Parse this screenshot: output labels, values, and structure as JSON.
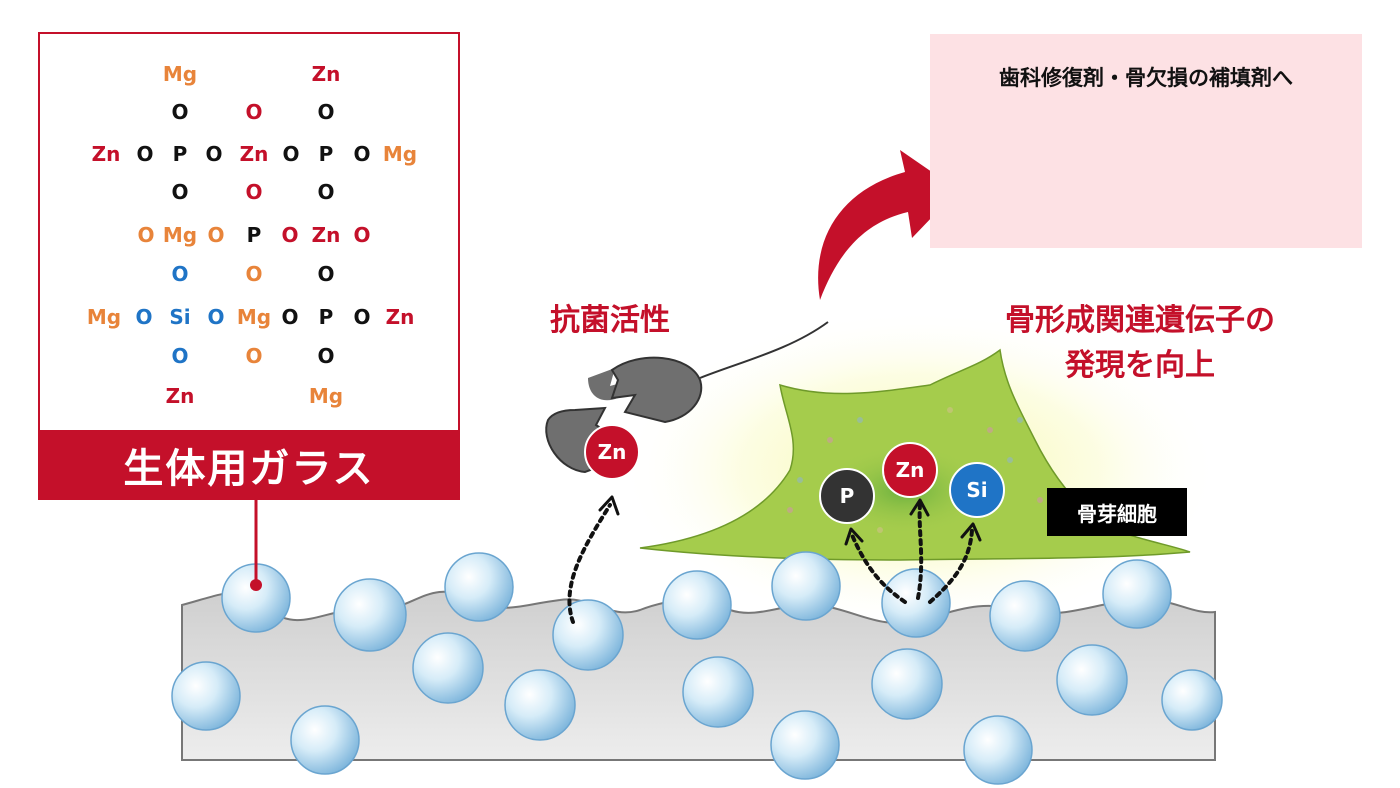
{
  "glass": {
    "label": "生体用ガラス",
    "structure": {
      "mg_1": "Mg",
      "zn_1": "Zn",
      "o_1": "O",
      "o_2": "O",
      "o_3": "O",
      "row1": {
        "zn": "Zn",
        "o_a": "O",
        "p_a": "P",
        "o_b": "O",
        "zn_c": "Zn",
        "o_c": "O",
        "p_b": "P",
        "o_d": "O",
        "mg": "Mg"
      },
      "o_4": "O",
      "o_5": "O",
      "o_6": "O",
      "row2": {
        "o_a": "O",
        "mg": "Mg",
        "o_b": "O",
        "p": "P",
        "o_c": "O",
        "zn": "Zn",
        "o_d": "O"
      },
      "o_7": "O",
      "o_8": "O",
      "o_9": "O",
      "row3": {
        "mg": "Mg",
        "o_a": "O",
        "si": "Si",
        "o_b": "O",
        "mg_b": "Mg",
        "o_c": "O",
        "p": "P",
        "o_d": "O",
        "zn": "Zn"
      },
      "o_10": "O",
      "o_11": "O",
      "o_12": "O",
      "zn_2": "Zn",
      "mg_2": "Mg"
    }
  },
  "panel": {
    "title": "歯科修復剤・骨欠損の補填剤へ"
  },
  "antibacterial": {
    "label": "抗菌活性",
    "ion": "Zn"
  },
  "gene": {
    "line1": "骨形成関連遺伝子の",
    "line2": "発現を向上"
  },
  "cell": {
    "tag": "骨芽細胞",
    "ions": [
      {
        "symbol": "P",
        "color": "#333333"
      },
      {
        "symbol": "Zn",
        "color": "#c4102a"
      },
      {
        "symbol": "Si",
        "color": "#1f74c6"
      }
    ]
  },
  "colors": {
    "accent": "#c4102a",
    "orange": "#e8843a",
    "blue": "#1f74c6",
    "cell": "#a5cc4c",
    "bead": "#cfe8f7"
  }
}
